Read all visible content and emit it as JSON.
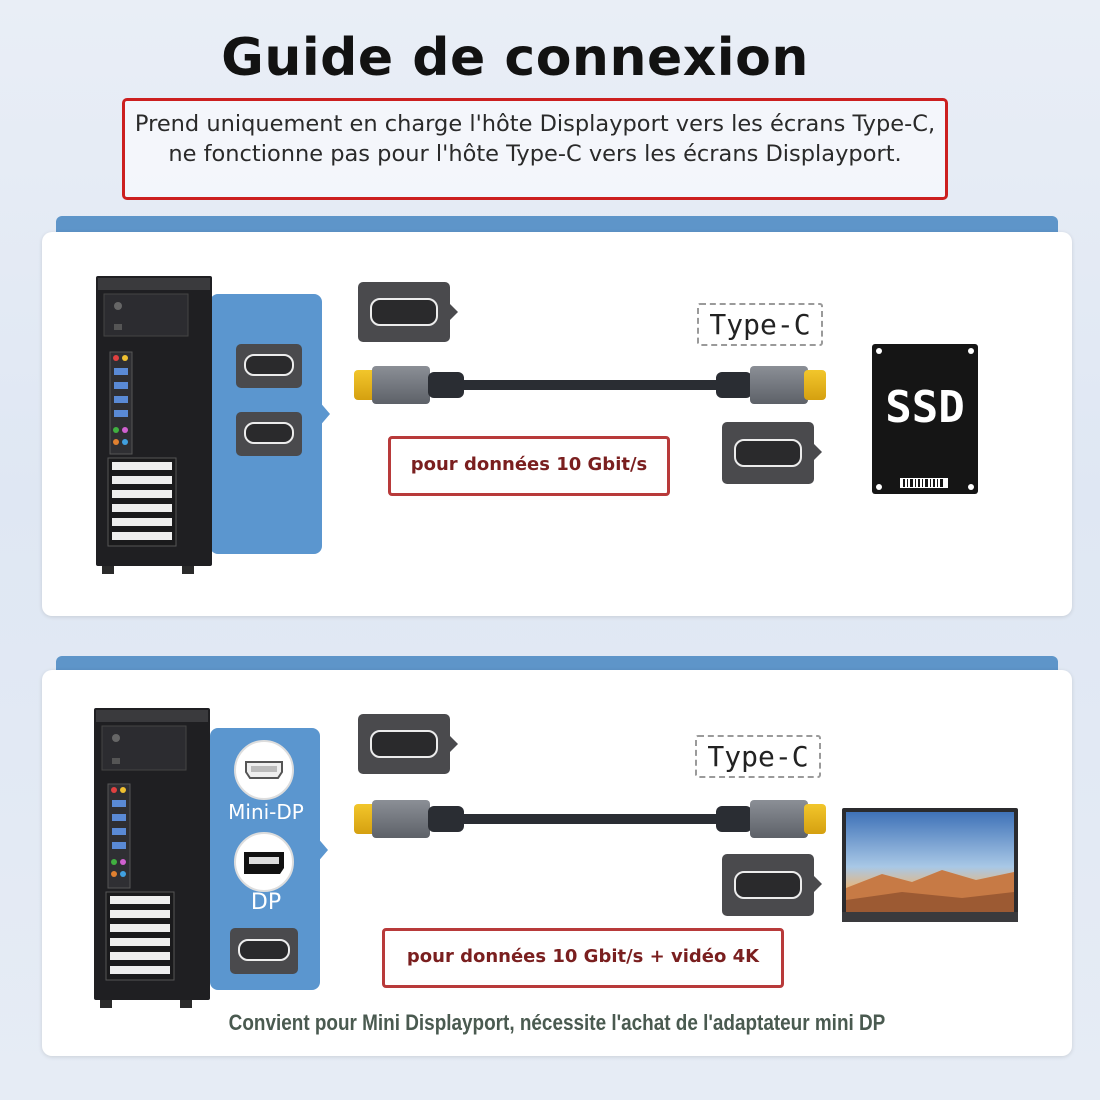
{
  "title": "Guide de connexion",
  "notice": {
    "line1": "Prend uniquement en charge l'hôte Displayport vers les écrans Type-C,",
    "line2": "ne fonctionne pas pour l'hôte Type-C vers les écrans Displayport."
  },
  "panel1": {
    "tag": "Type-C",
    "data_label": "pour données 10 Gbit/s",
    "device_label": "SSD"
  },
  "panel2": {
    "tag": "Type-C",
    "data_label": "pour données 10 Gbit/s + vidéo 4K",
    "port_mini_dp": "Mini-DP",
    "port_dp": "DP"
  },
  "footer": "Convient pour Mini Displayport, nécessite l'achat de l'adaptateur mini DP",
  "colors": {
    "accent_blue": "#5b96cf",
    "notice_red": "#cc1f1f",
    "label_red": "#b83a3a",
    "connector_gold": "#f2c62b"
  },
  "icons": [
    "pc-tower-icon",
    "usb-c-port-icon",
    "usb-c-cable-icon",
    "ssd-icon",
    "monitor-icon",
    "mini-dp-port-icon",
    "dp-port-icon"
  ]
}
